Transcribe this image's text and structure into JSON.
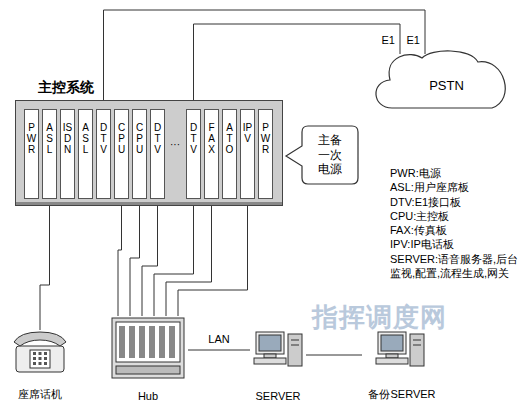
{
  "diagram": {
    "nodes": [
      {
        "text": [
          "主控系统"
        ]
      },
      {
        "text": [
          "PWR"
        ],
        "in": 0
      },
      {
        "text": [
          "ASL"
        ],
        "in": 0
      },
      {
        "text": [
          "ISDN"
        ],
        "in": 0
      },
      {
        "text": [
          "ASL"
        ],
        "in": 0
      },
      {
        "text": [
          "DTV"
        ],
        "in": 0
      },
      {
        "text": [
          "CPU"
        ],
        "in": 0
      },
      {
        "text": [
          "CPU"
        ],
        "in": 0
      },
      {
        "text": [
          "DTV"
        ],
        "in": 0
      },
      {
        "text": [
          "DTV"
        ],
        "in": 0
      },
      {
        "text": [
          "FAX"
        ],
        "in": 0
      },
      {
        "text": [
          "ATO"
        ],
        "in": 0
      },
      {
        "text": [
          "IPV"
        ],
        "in": 0
      },
      {
        "text": [
          "PWR"
        ],
        "in": 0
      },
      {
        "text": [
          "PSTN"
        ]
      },
      {
        "text": [
          "主备一次电源"
        ]
      },
      {
        "text": [
          "座席话机"
        ]
      },
      {
        "text": [
          "Hub"
        ]
      },
      {
        "text": [
          "SERVER"
        ]
      },
      {
        "text": [
          "备份SERVER"
        ]
      }
    ],
    "edges": [
      {
        "from": 5,
        "to": 14,
        "arrow": "none",
        "label": "E1"
      },
      {
        "from": 9,
        "to": 14,
        "arrow": "none",
        "label": "E1"
      },
      {
        "from": 2,
        "to": 16,
        "arrow": "none"
      },
      {
        "from": 6,
        "to": 17,
        "arrow": "none"
      },
      {
        "from": 7,
        "to": 17,
        "arrow": "none"
      },
      {
        "from": 8,
        "to": 17,
        "arrow": "none"
      },
      {
        "from": 9,
        "to": 17,
        "arrow": "none"
      },
      {
        "from": 10,
        "to": 17,
        "arrow": "none"
      },
      {
        "from": 12,
        "to": 17,
        "arrow": "none"
      },
      {
        "from": 17,
        "to": 18,
        "arrow": "none",
        "label": "LAN"
      },
      {
        "from": 18,
        "to": 19,
        "arrow": "none"
      }
    ],
    "labels": [
      "···",
      "指挥调度网"
    ],
    "legend": [
      {
        "text": "PWR:电源"
      },
      {
        "text": "ASL:用户座席板"
      },
      {
        "text": "DTV:E1接口板"
      },
      {
        "text": "CPU:主控板"
      },
      {
        "text": "FAX:传真板"
      },
      {
        "text": "IPV:IP电话板"
      },
      {
        "text": "SERVER:语音服务器,后台监视,配置,流程生成,网关"
      }
    ]
  }
}
